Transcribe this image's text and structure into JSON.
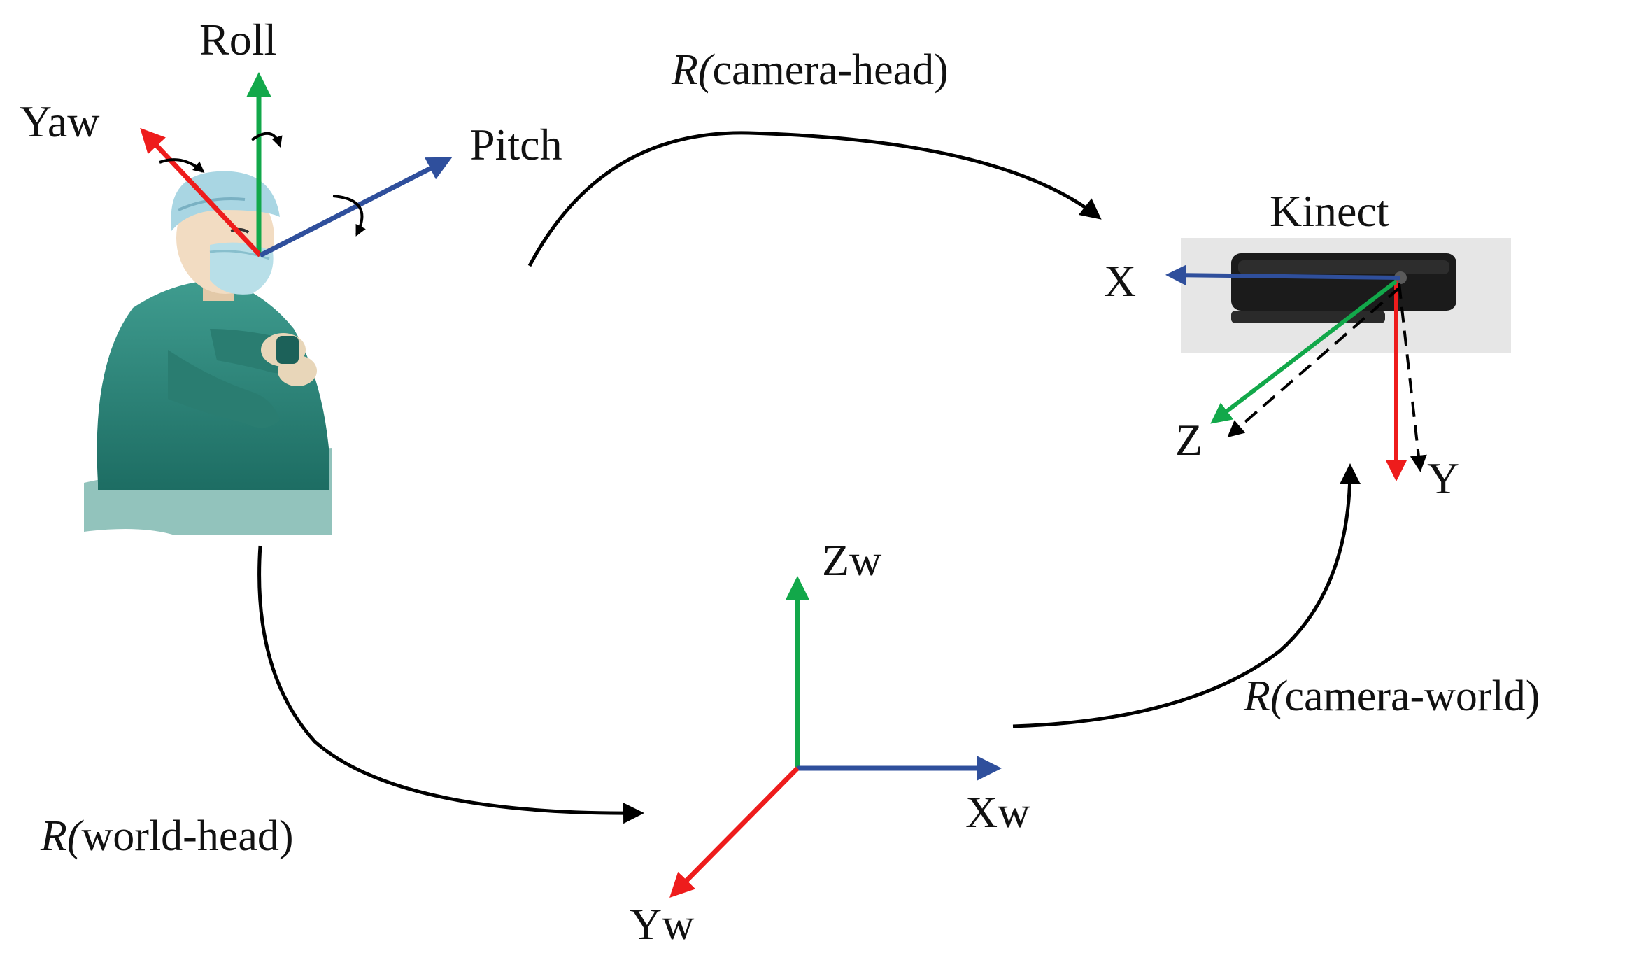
{
  "head_axes": {
    "roll": "Roll",
    "yaw": "Yaw",
    "pitch": "Pitch"
  },
  "camera": {
    "title": "Kinect",
    "x": "X",
    "y": "Y",
    "z": "Z"
  },
  "world_axes": {
    "zw": "Zw",
    "xw": "Xw",
    "yw": "Yw"
  },
  "transforms": {
    "camera_head": {
      "symbol": "R(",
      "rest": "camera-head)"
    },
    "world_head": {
      "symbol": "R(",
      "rest": "world-head)"
    },
    "camera_world": {
      "symbol": "R(",
      "rest": "camera-world)"
    }
  },
  "colors": {
    "red_axis": "#ee1c1c",
    "green_axis": "#12a84a",
    "blue_axis": "#2f4f9c",
    "arrow": "#000000"
  }
}
